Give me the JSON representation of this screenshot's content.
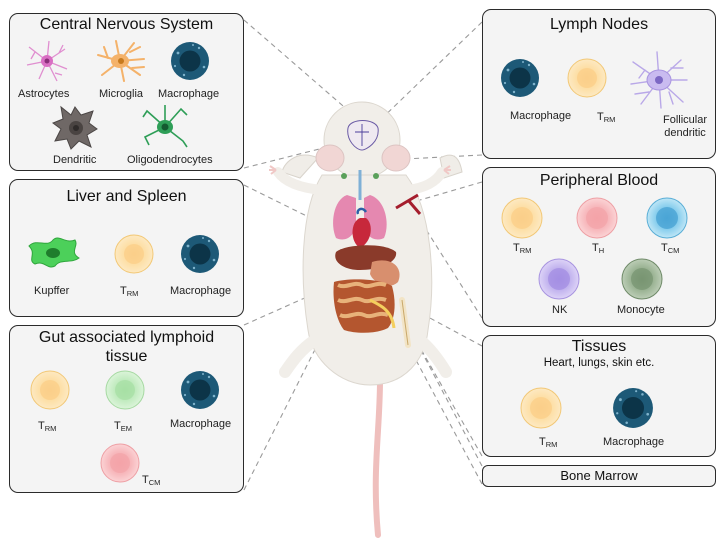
{
  "panels": {
    "cns": {
      "title": "Central Nervous System",
      "cells": [
        "Astrocytes",
        "Microglia",
        "Macrophage",
        "Dendritic",
        "Oligodendrocytes"
      ]
    },
    "liver": {
      "title": "Liver and Spleen",
      "cells": [
        "Kupffer",
        "T",
        "RM",
        "Macrophage"
      ]
    },
    "galt": {
      "title_line1": "Gut associated lymphoid",
      "title_line2": "tissue",
      "cells": [
        "T",
        "RM",
        "T",
        "EM",
        "Macrophage",
        "T",
        "CM"
      ]
    },
    "lymph": {
      "title": "Lymph Nodes",
      "cells": [
        "Macrophage",
        "T",
        "RM",
        "Follicular",
        "dendritic"
      ]
    },
    "blood": {
      "title": "Peripheral Blood",
      "cells": [
        "T",
        "RM",
        "T",
        "H",
        "T",
        "CM",
        "NK",
        "Monocyte"
      ]
    },
    "tissues": {
      "title": "Tissues",
      "subtitle": "Heart, lungs, skin etc.",
      "cells": [
        "T",
        "RM",
        "Macrophage"
      ]
    },
    "marrow": {
      "title": "Bone Marrow"
    }
  },
  "colors": {
    "macrophage": "#1e5a78",
    "trm": "#fde3a7",
    "th_tcm": "#f7b7bb",
    "tcm_blue": "#9fd6ee",
    "nk": "#c7b8ee",
    "monocyte": "#9fb79a",
    "tem": "#c6ecc4",
    "kupffer": "#4cd05a",
    "astrocyte": "#e08fd0",
    "microglia": "#f4b26a",
    "dendritic": "#6f6866",
    "oligo": "#2e9e57",
    "follicular": "#b9a8e8",
    "mouse": "#f0ede8"
  }
}
